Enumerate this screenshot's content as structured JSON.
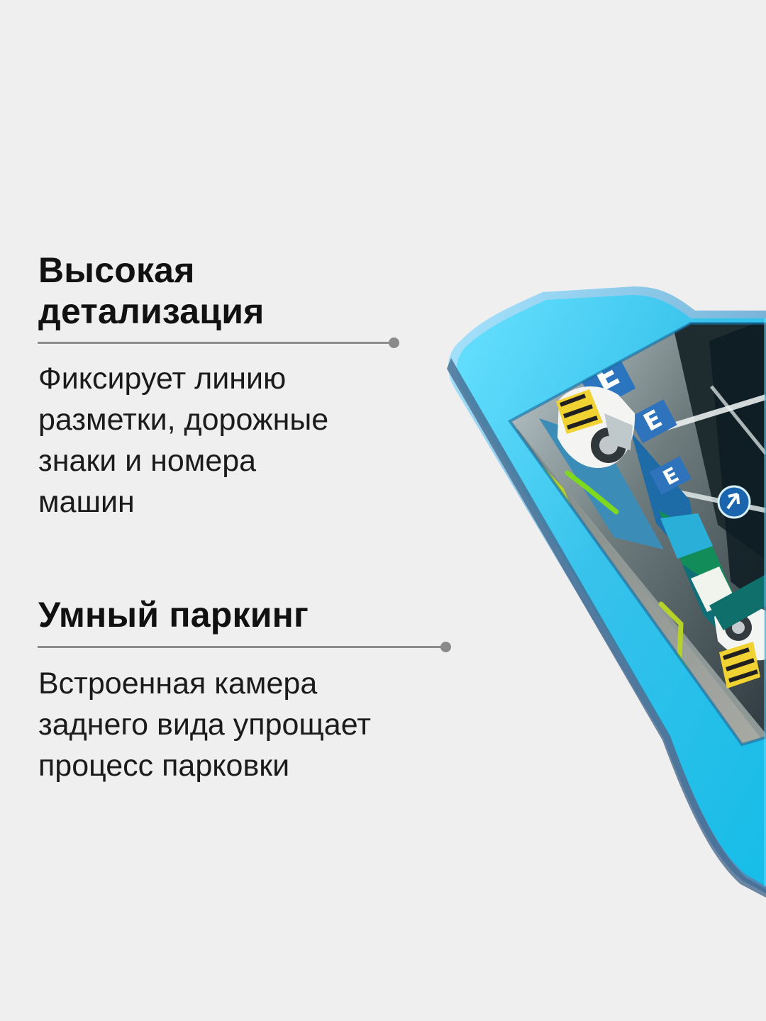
{
  "features": [
    {
      "title_line1": "Высокая",
      "title_line2": "детализация",
      "description_lines": [
        "Фиксирует линию",
        "разметки, дорожные",
        "знаки и номера",
        "машин"
      ]
    },
    {
      "title": "Умный паркинг",
      "description_lines": [
        "Встроенная камера",
        "заднего вида упрощает",
        "процесс парковки"
      ]
    }
  ],
  "device": {
    "frame_color": "#39c7ee",
    "edge_color": "#5aa3c8",
    "screen_scene": "parking garage rear-camera view",
    "parking_guides": [
      "green-line",
      "yellow-line"
    ]
  }
}
